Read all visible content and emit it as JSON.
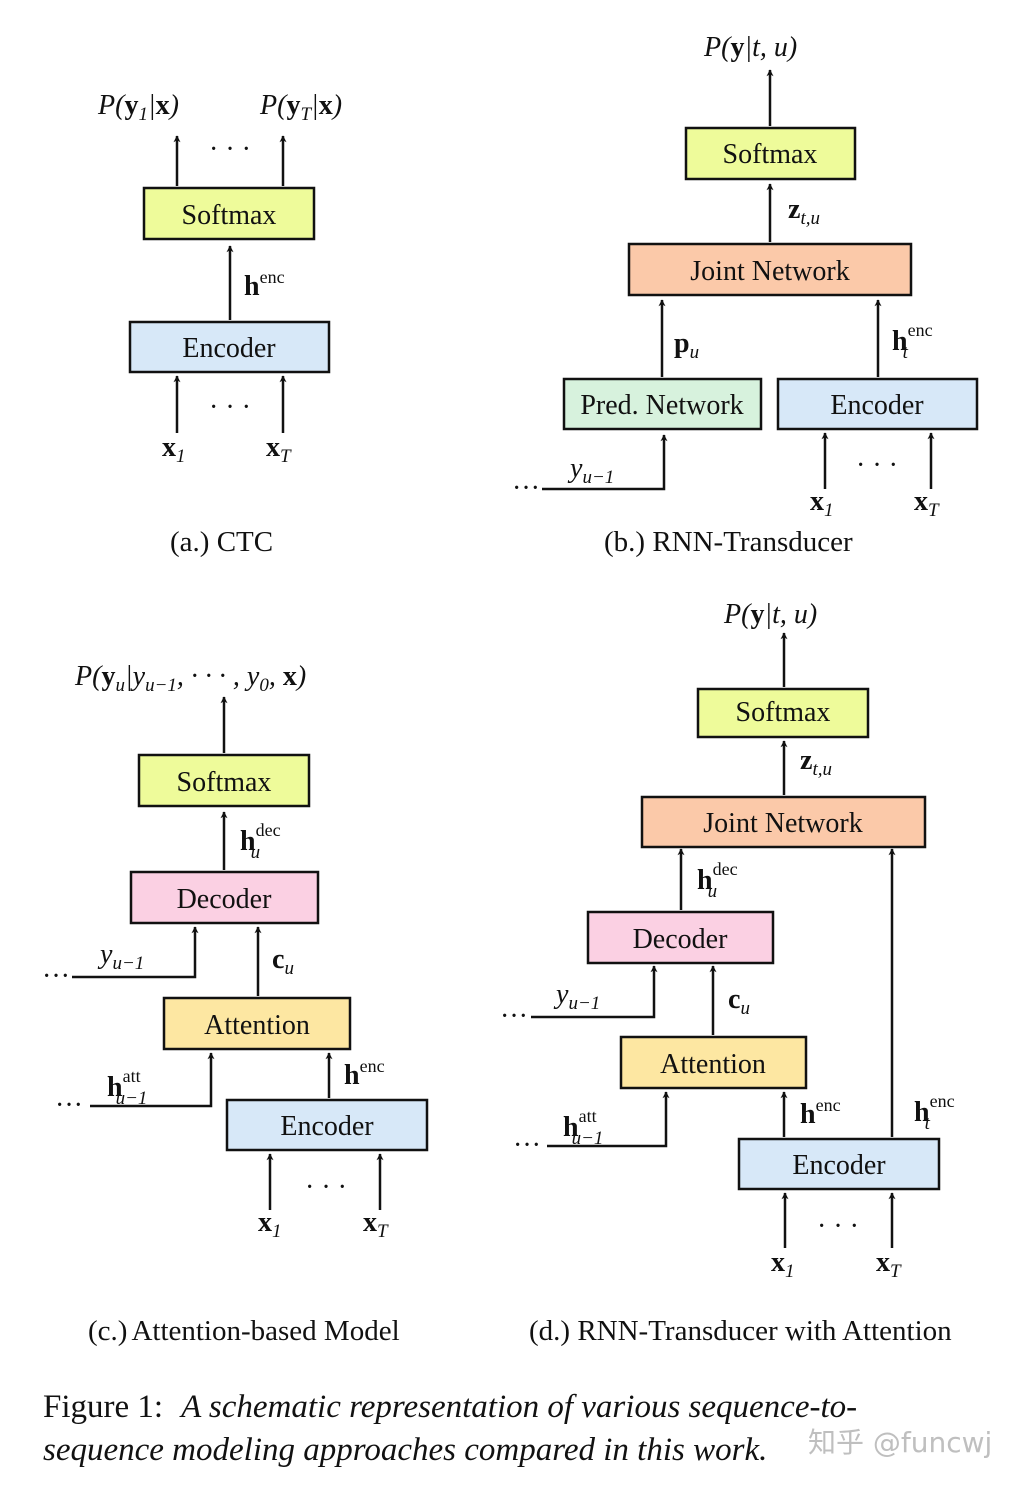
{
  "panels": {
    "a": {
      "caption_tag": "(a.)",
      "caption_name": "CTC",
      "softmax": "Softmax",
      "encoder": "Encoder",
      "out1": "P(y1|x)",
      "outT": "P(yT|x)",
      "h_enc": "h",
      "h_enc_sup": "enc",
      "dots": "· · ·",
      "x1": "x",
      "x1_sub": "1",
      "xT": "x",
      "xT_sub": "T"
    },
    "b": {
      "caption_tag": "(b.)",
      "caption_name": "RNN-Transducer",
      "out": "P(y|t, u)",
      "softmax": "Softmax",
      "joint": "Joint Network",
      "pred": "Pred. Network",
      "encoder": "Encoder",
      "z": "z",
      "z_sub": "t,u",
      "p": "p",
      "p_sub": "u",
      "h": "h",
      "h_sub": "t",
      "h_sup": "enc",
      "y": "y",
      "y_sub": "u−1",
      "lead_dots": "···",
      "dots": "· · ·",
      "x1": "x",
      "x1_sub": "1",
      "xT": "x",
      "xT_sub": "T"
    },
    "c": {
      "caption_tag": "(c.)",
      "caption_name": "Attention-based Model",
      "out": "P(yu|yu−1, · · · , y0, x)",
      "softmax": "Softmax",
      "decoder": "Decoder",
      "attention": "Attention",
      "encoder": "Encoder",
      "hdec": "h",
      "hdec_sub": "u",
      "hdec_sup": "dec",
      "c": "c",
      "c_sub": "u",
      "y": "y",
      "y_sub": "u−1",
      "hatt": "h",
      "hatt_sub": "u−1",
      "hatt_sup": "att",
      "henc": "h",
      "henc_sup": "enc",
      "lead_dots": "···",
      "dots": "· · ·",
      "x1": "x",
      "x1_sub": "1",
      "xT": "x",
      "xT_sub": "T"
    },
    "d": {
      "caption_tag": "(d.)",
      "caption_name": "RNN-Transducer with Attention",
      "out": "P(y|t, u)",
      "softmax": "Softmax",
      "joint": "Joint Network",
      "decoder": "Decoder",
      "attention": "Attention",
      "encoder": "Encoder",
      "z": "z",
      "z_sub": "t,u",
      "hdec": "h",
      "hdec_sub": "u",
      "hdec_sup": "dec",
      "c": "c",
      "c_sub": "u",
      "y": "y",
      "y_sub": "u−1",
      "hatt": "h",
      "hatt_sub": "u−1",
      "hatt_sup": "att",
      "henc": "h",
      "henc_sup": "enc",
      "henct": "h",
      "henct_sub": "t",
      "henct_sup": "enc",
      "lead_dots": "···",
      "dots": "· · ·",
      "x1": "x",
      "x1_sub": "1",
      "xT": "x",
      "xT_sub": "T"
    }
  },
  "figure_caption": {
    "label": "Figure 1:",
    "line1": "A schematic representation of various sequence-to-",
    "line2": "sequence modeling approaches compared in this work."
  },
  "watermark": "知乎 @funcwj",
  "colors": {
    "softmax": "#eefb9a",
    "encoder": "#d7e8f8",
    "joint": "#fbc9a9",
    "pred": "#d7f2dd",
    "decoder": "#fbd0e3",
    "attention": "#fde7a2"
  }
}
